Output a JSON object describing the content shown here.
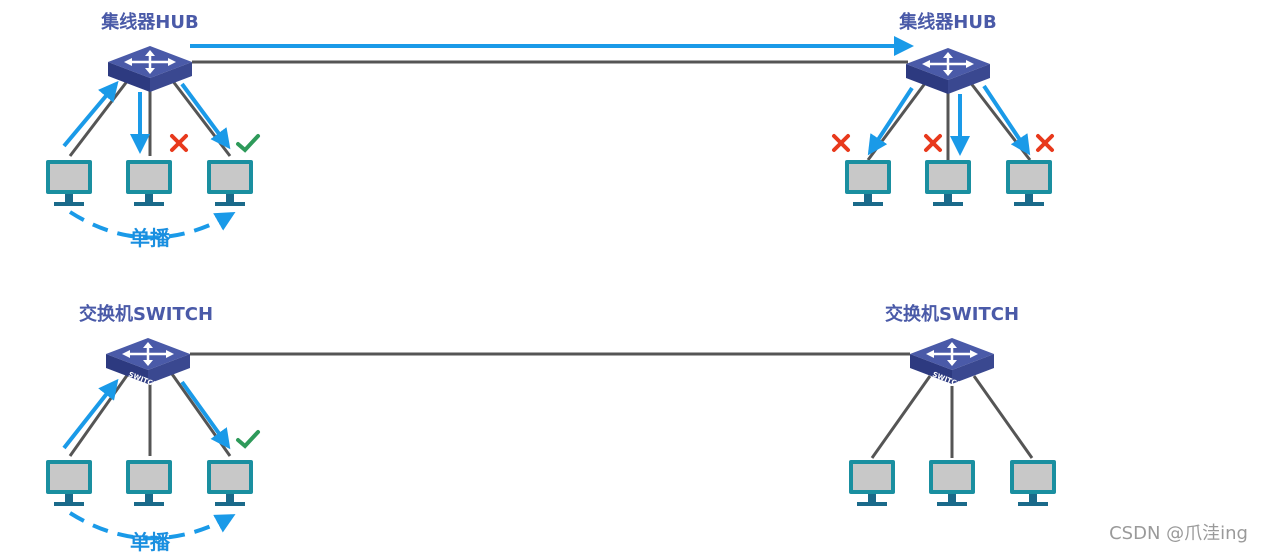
{
  "hub_label": "集线器HUB",
  "switch_label": "交换机SWITCH",
  "switch_face_text": "SWITCH",
  "unicast_label": "单播",
  "watermark": "CSDN @爪洼ing",
  "colors": {
    "arrow": "#1a9ae8",
    "link": "#555555",
    "device_top": "#4a5aa8",
    "device_side": "#2d3a80",
    "monitor_frame": "#1a8fa0",
    "monitor_screen": "#c8c8c8",
    "cross": "#e8391c",
    "check": "#2e9a5a",
    "label": "#4a5aa8"
  }
}
